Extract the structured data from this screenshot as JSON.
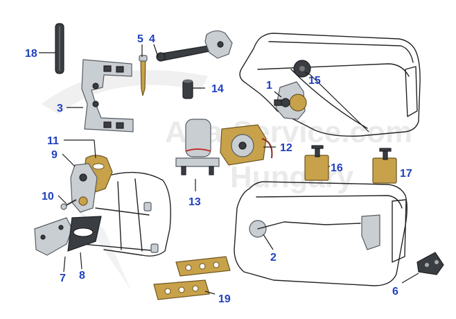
{
  "colors": {
    "callout_text": "#1f3fbf",
    "leader_line": "#1a1a1a",
    "watermark": "#d9dadc",
    "steel": "#c9ced3",
    "brass": "#c8a24a",
    "dark": "#3a3d42"
  },
  "watermark": {
    "line1": "Alfa-Service.com",
    "line2": "Hungary"
  },
  "callouts": [
    {
      "id": "c1",
      "label": "1"
    },
    {
      "id": "c2",
      "label": "2"
    },
    {
      "id": "c3",
      "label": "3"
    },
    {
      "id": "c4",
      "label": "4"
    },
    {
      "id": "c5",
      "label": "5"
    },
    {
      "id": "c6",
      "label": "6"
    },
    {
      "id": "c7",
      "label": "7"
    },
    {
      "id": "c8",
      "label": "8"
    },
    {
      "id": "c9",
      "label": "9"
    },
    {
      "id": "c10",
      "label": "10"
    },
    {
      "id": "c11",
      "label": "11"
    },
    {
      "id": "c12",
      "label": "12"
    },
    {
      "id": "c13",
      "label": "13"
    },
    {
      "id": "c14",
      "label": "14"
    },
    {
      "id": "c15",
      "label": "15"
    },
    {
      "id": "c16",
      "label": "16"
    },
    {
      "id": "c17",
      "label": "17"
    },
    {
      "id": "c18",
      "label": "18"
    },
    {
      "id": "c19",
      "label": "19"
    }
  ]
}
